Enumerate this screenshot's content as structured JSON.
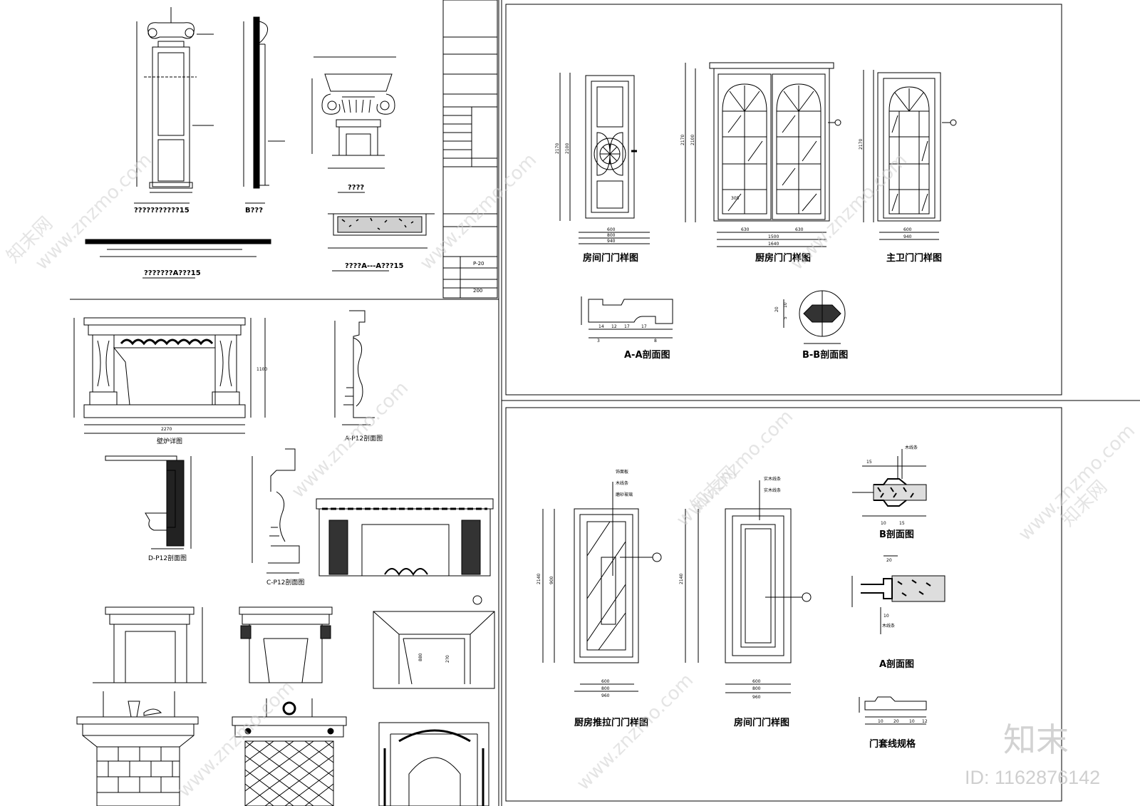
{
  "door_panel": {
    "labels": [
      "房间门门样图",
      "厨房门门样图",
      "主卫门门样图",
      "A-A剖面图",
      "B-B剖面图"
    ],
    "dims": [
      "2170",
      "2100",
      "2170",
      "2100",
      "2170",
      "600",
      "800",
      "940",
      "630",
      "630",
      "1500",
      "1640",
      "600",
      "940",
      "305",
      "14",
      "12",
      "17",
      "17",
      "3",
      "8",
      "20",
      "10",
      "5"
    ]
  },
  "lower_right_panel": {
    "labels": [
      "厨房推拉门门样图",
      "房间门门样图",
      "B剖面图",
      "A剖面图",
      "门套线规格"
    ],
    "callouts": [
      "饰面板",
      "木线条",
      "磨砂玻璃",
      "实木线条",
      "实木线条",
      "木线条",
      "木线条"
    ],
    "dims": [
      "2140",
      "2140",
      "900",
      "600",
      "800",
      "960",
      "600",
      "800",
      "960",
      "15",
      "10",
      "15",
      "20",
      "10",
      "10",
      "20",
      "10",
      "12"
    ]
  },
  "fireplace_panel": {
    "labels": [
      "壁炉详图",
      "A-P12剖面图",
      "D-P12剖面图",
      "C-P12剖面图"
    ],
    "dims": [
      "2270",
      "1100",
      "880",
      "2?0"
    ]
  },
  "column_panel": {
    "labels": [
      "???????????15",
      "B???",
      "????",
      "???????A???15",
      "????A---A???15"
    ],
    "title_block": [
      "P-20",
      "200"
    ]
  },
  "watermark": {
    "site": "www.znzmo.com",
    "brand": "知末网",
    "logo": "知末",
    "id": "ID: 1162876142"
  }
}
